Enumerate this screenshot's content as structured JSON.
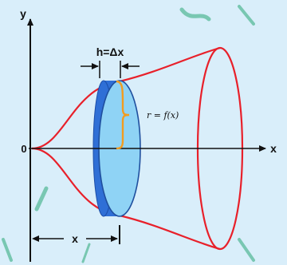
{
  "diagram": {
    "labels": {
      "y_axis": "y",
      "x_axis": "x",
      "origin": "0",
      "thickness": "h=Δx",
      "radius": "r = f(x)",
      "distance": "x"
    },
    "colors": {
      "background": "#d9eefa",
      "curve": "#e8202a",
      "disk_face": "#8fd3f5",
      "disk_rim": "#2f6fd6",
      "radius_brace": "#f39c1f",
      "axis": "#111111",
      "watermark": "#2aa876"
    }
  }
}
